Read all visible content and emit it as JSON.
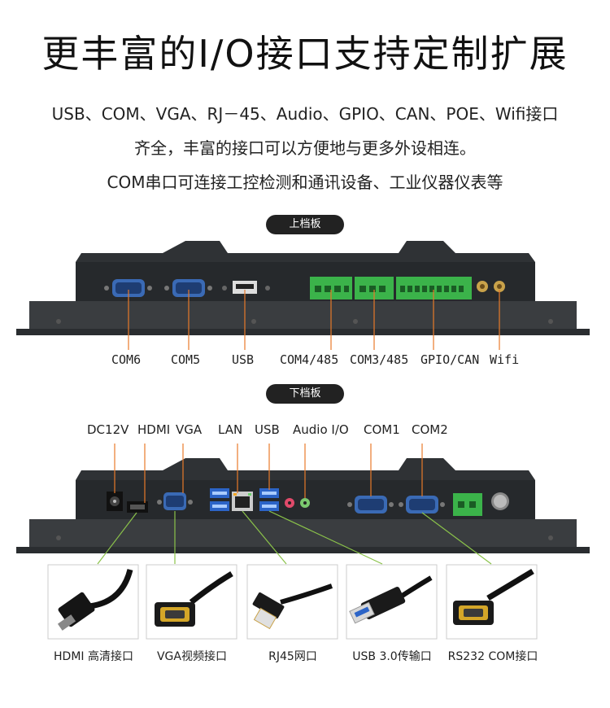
{
  "header": {
    "title": "更丰富的I/O接口支持定制扩展",
    "line1": "USB、COM、VGA、RJ－45、Audio、GPIO、CAN、POE、Wifi接口",
    "line2": "齐全，丰富的接口可以方便地与更多外设相连。",
    "line3": "COM串口可连接工控检测和通讯设备、工业仪器仪表等"
  },
  "top_panel": {
    "badge": "上档板",
    "ports": [
      "COM6",
      "COM5",
      "USB",
      "COM4/485",
      "COM3/485",
      "GPIO/CAN",
      "Wifi"
    ]
  },
  "bottom_panel": {
    "badge": "下档板",
    "ports": [
      "DC12V",
      "HDMI",
      "VGA",
      "LAN",
      "USB",
      "Audio I/O",
      "COM1",
      "COM2"
    ]
  },
  "cables": [
    "HDMI 高清接口",
    "VGA视频接口",
    "RJ45网口",
    "USB 3.0传输口",
    "RS232 COM接口"
  ],
  "colors": {
    "leader": "#e87a2a",
    "green_leader": "#8bc34a",
    "terminal": "#3bb34a",
    "chassis": "#2b2e31"
  }
}
